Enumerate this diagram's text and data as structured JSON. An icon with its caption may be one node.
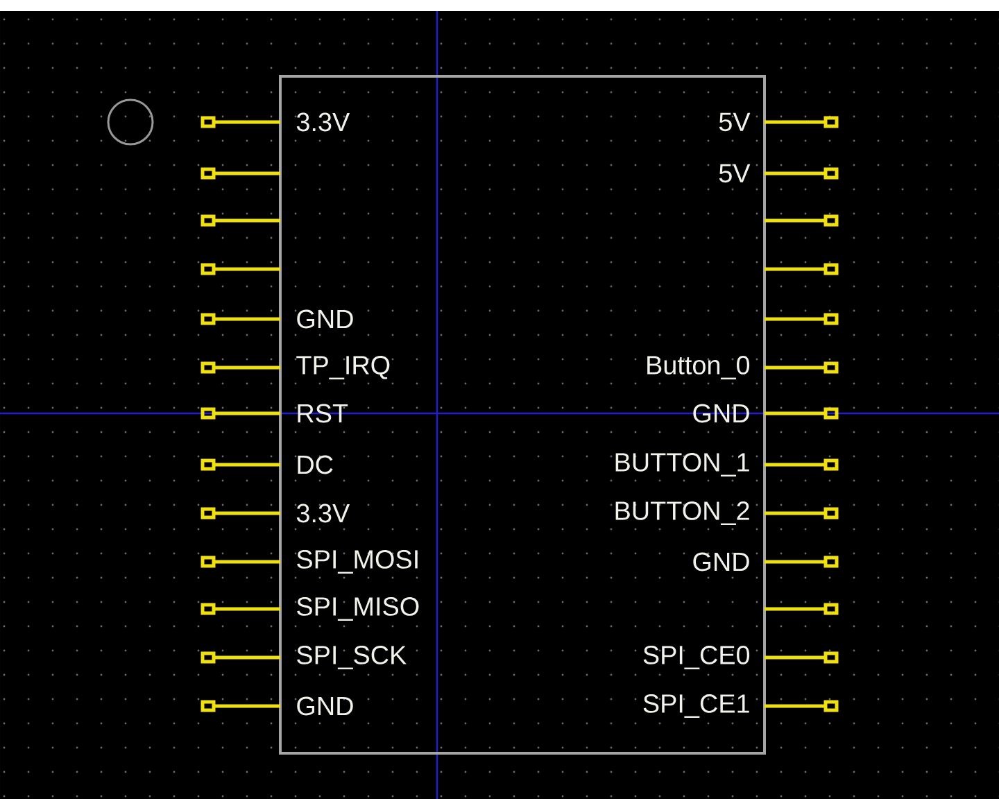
{
  "diagram": {
    "labels": [
      "3.3V",
      "5V",
      "5V",
      "GND",
      "TP_IRQ",
      "Button_0",
      "RST",
      "GND",
      "DC",
      "BUTTON_1",
      "3.3V",
      "BUTTON_2",
      "SPI_MOSI",
      "GND",
      "SPI_MISO",
      "SPI_SCK",
      "SPI_CE0",
      "GND",
      "SPI_CE1"
    ]
  }
}
